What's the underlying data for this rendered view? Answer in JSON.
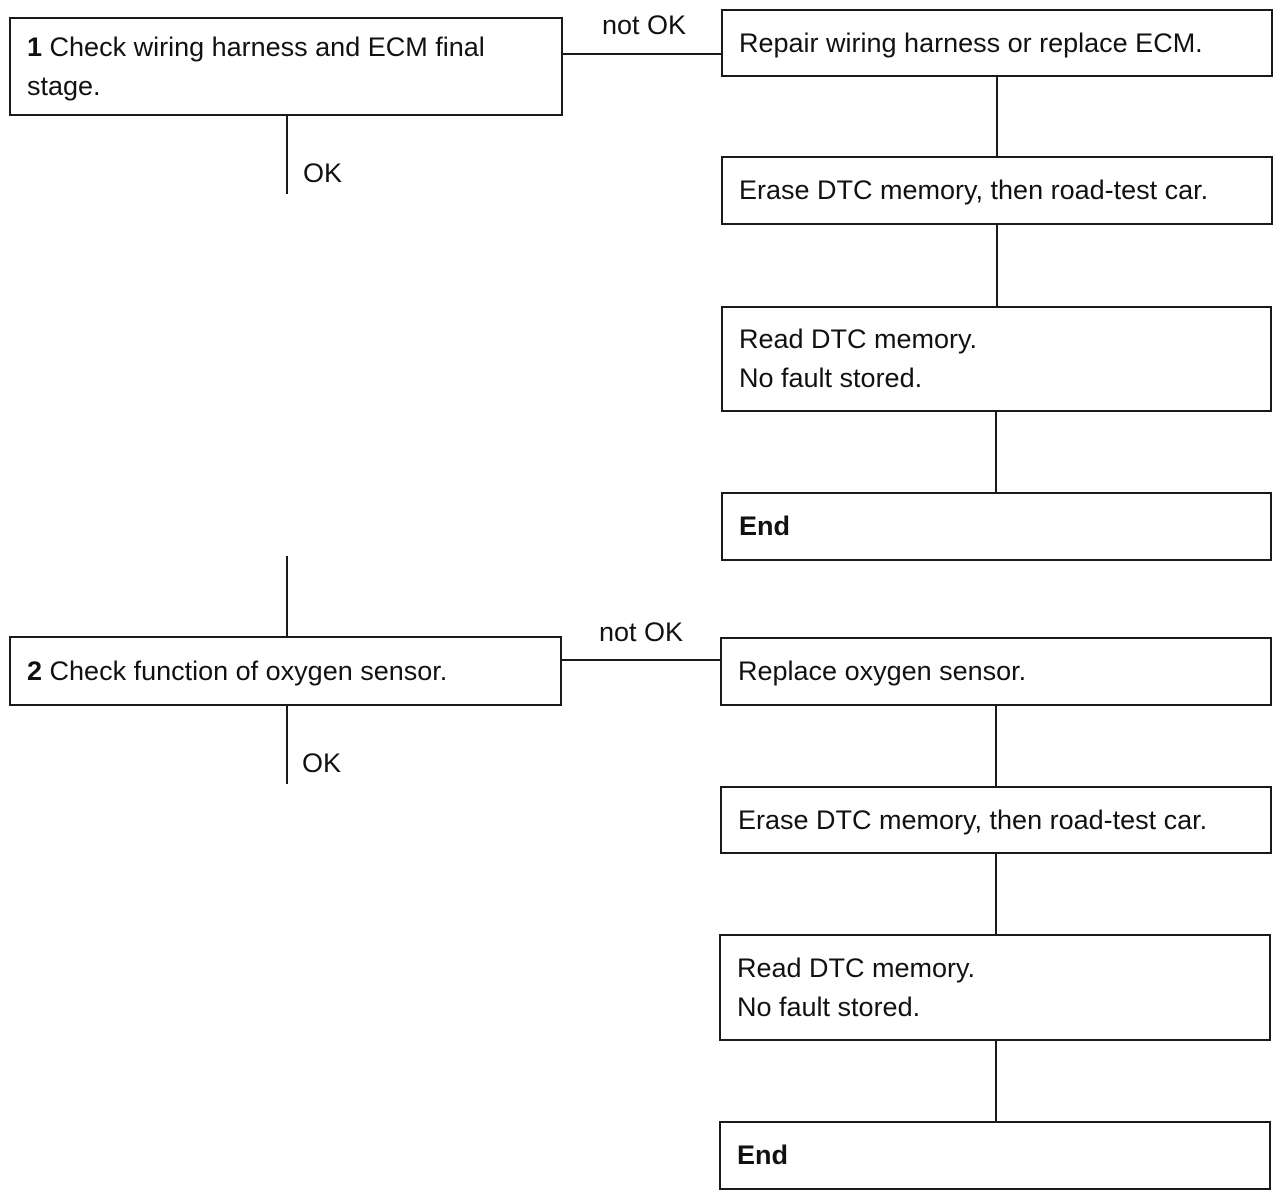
{
  "steps": [
    {
      "number": "1",
      "check": "Check wiring harness and ECM final stage.",
      "ok_label": "OK",
      "not_ok_label": "not OK",
      "actions": [
        "Repair wiring harness or replace ECM.",
        "Erase DTC memory, then road-test car."
      ],
      "result_line1": "Read DTC memory.",
      "result_line2": "No fault stored.",
      "end": "End"
    },
    {
      "number": "2",
      "check": "Check function of oxygen sensor.",
      "ok_label": "OK",
      "not_ok_label": "not OK",
      "actions": [
        "Replace oxygen sensor.",
        "Erase DTC memory, then road-test car."
      ],
      "result_line1": "Read DTC memory.",
      "result_line2": "No fault stored.",
      "end": "End"
    }
  ]
}
